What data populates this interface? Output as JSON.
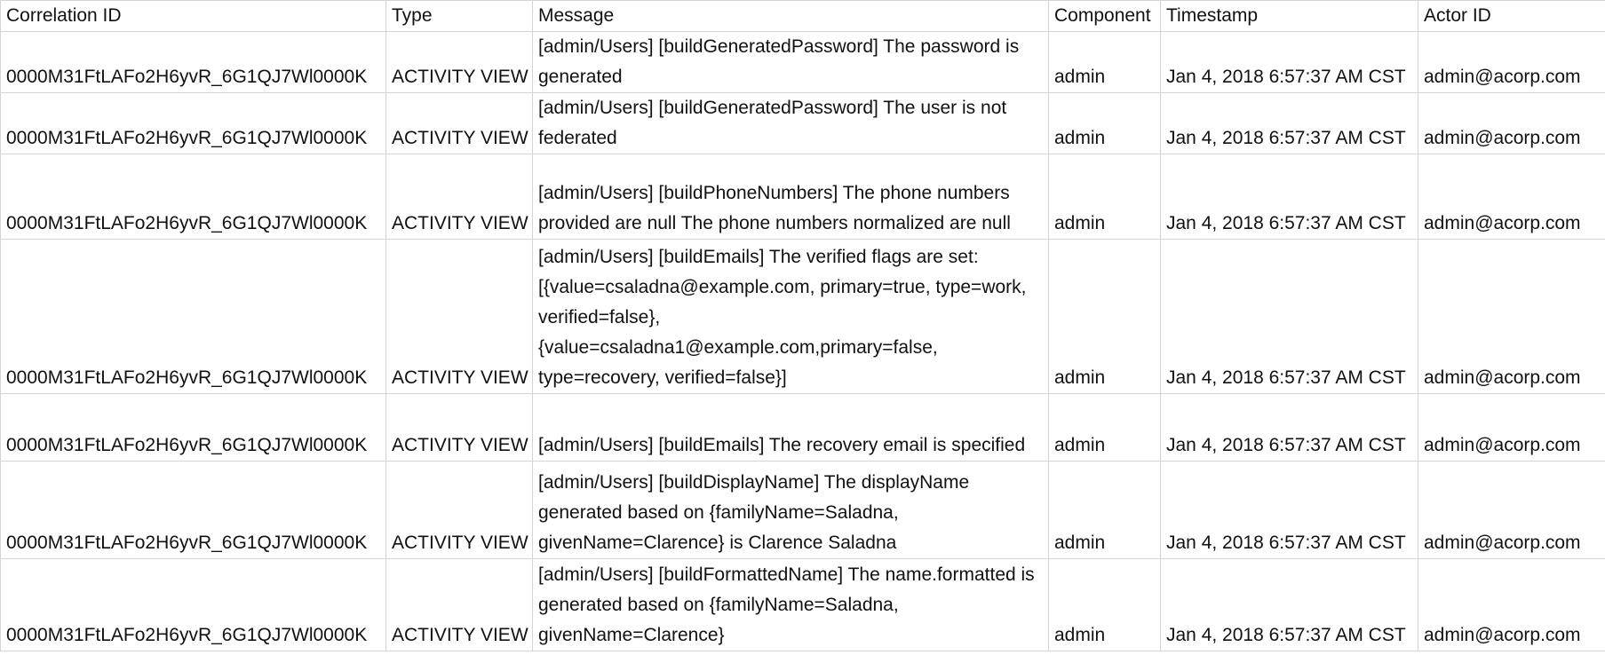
{
  "columns": [
    "Correlation ID",
    "Type",
    "Message",
    "Component",
    "Timestamp",
    "Actor ID"
  ],
  "rows": [
    {
      "correlation_id": "0000M31FtLAFo2H6yvR_6G1QJ7Wl0000K",
      "type": "ACTIVITY VIEW",
      "message": "[admin/Users] [buildGeneratedPassword] The password is generated",
      "component": "admin",
      "timestamp": "Jan 4, 2018 6:57:37 AM CST",
      "actor_id": "admin@acorp.com"
    },
    {
      "correlation_id": "0000M31FtLAFo2H6yvR_6G1QJ7Wl0000K",
      "type": "ACTIVITY VIEW",
      "message": "[admin/Users] [buildGeneratedPassword] The user is not federated",
      "component": "admin",
      "timestamp": "Jan 4, 2018 6:57:37 AM CST",
      "actor_id": "admin@acorp.com"
    },
    {
      "correlation_id": "0000M31FtLAFo2H6yvR_6G1QJ7Wl0000K",
      "type": "ACTIVITY VIEW",
      "message": "[admin/Users] [buildPhoneNumbers] The phone numbers provided are null The phone numbers normalized are null",
      "component": "admin",
      "timestamp": "Jan 4, 2018 6:57:37 AM CST",
      "actor_id": "admin@acorp.com"
    },
    {
      "correlation_id": "0000M31FtLAFo2H6yvR_6G1QJ7Wl0000K",
      "type": "ACTIVITY VIEW",
      "message": "[admin/Users] [buildEmails] The verified flags are set: [{value=csaladna@example.com, primary=true, type=work, verified=false}, {value=csaladna1@example.com,primary=false, type=recovery, verified=false}]",
      "component": "admin",
      "timestamp": "Jan 4, 2018 6:57:37 AM CST",
      "actor_id": "admin@acorp.com"
    },
    {
      "correlation_id": "0000M31FtLAFo2H6yvR_6G1QJ7Wl0000K",
      "type": "ACTIVITY VIEW",
      "message": "[admin/Users] [buildEmails] The recovery email is specified",
      "component": "admin",
      "timestamp": "Jan 4, 2018 6:57:37 AM CST",
      "actor_id": "admin@acorp.com"
    },
    {
      "correlation_id": "0000M31FtLAFo2H6yvR_6G1QJ7Wl0000K",
      "type": "ACTIVITY VIEW",
      "message": "[admin/Users] [buildDisplayName] The displayName generated based on {familyName=Saladna, givenName=Clarence} is Clarence Saladna",
      "component": "admin",
      "timestamp": "Jan 4, 2018 6:57:37 AM CST",
      "actor_id": "admin@acorp.com"
    },
    {
      "correlation_id": "0000M31FtLAFo2H6yvR_6G1QJ7Wl0000K",
      "type": "ACTIVITY VIEW",
      "message": "[admin/Users] [buildFormattedName] The name.formatted is generated based on {familyName=Saladna, givenName=Clarence}",
      "component": "admin",
      "timestamp": "Jan 4, 2018 6:57:37 AM CST",
      "actor_id": "admin@acorp.com"
    }
  ]
}
